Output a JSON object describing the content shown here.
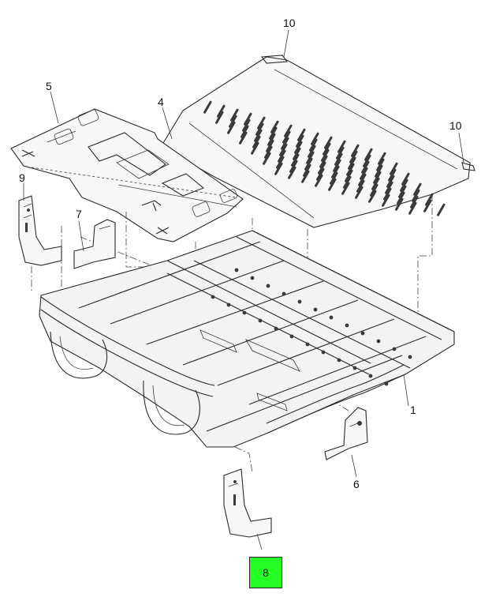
{
  "callouts": {
    "c1": "1",
    "c4": "4",
    "c5": "5",
    "c6": "6",
    "c7": "7",
    "c8": "8",
    "c9": "9",
    "c10a": "10",
    "c10b": "10"
  },
  "highlight": {
    "label": "8",
    "color": "#25ff25"
  }
}
